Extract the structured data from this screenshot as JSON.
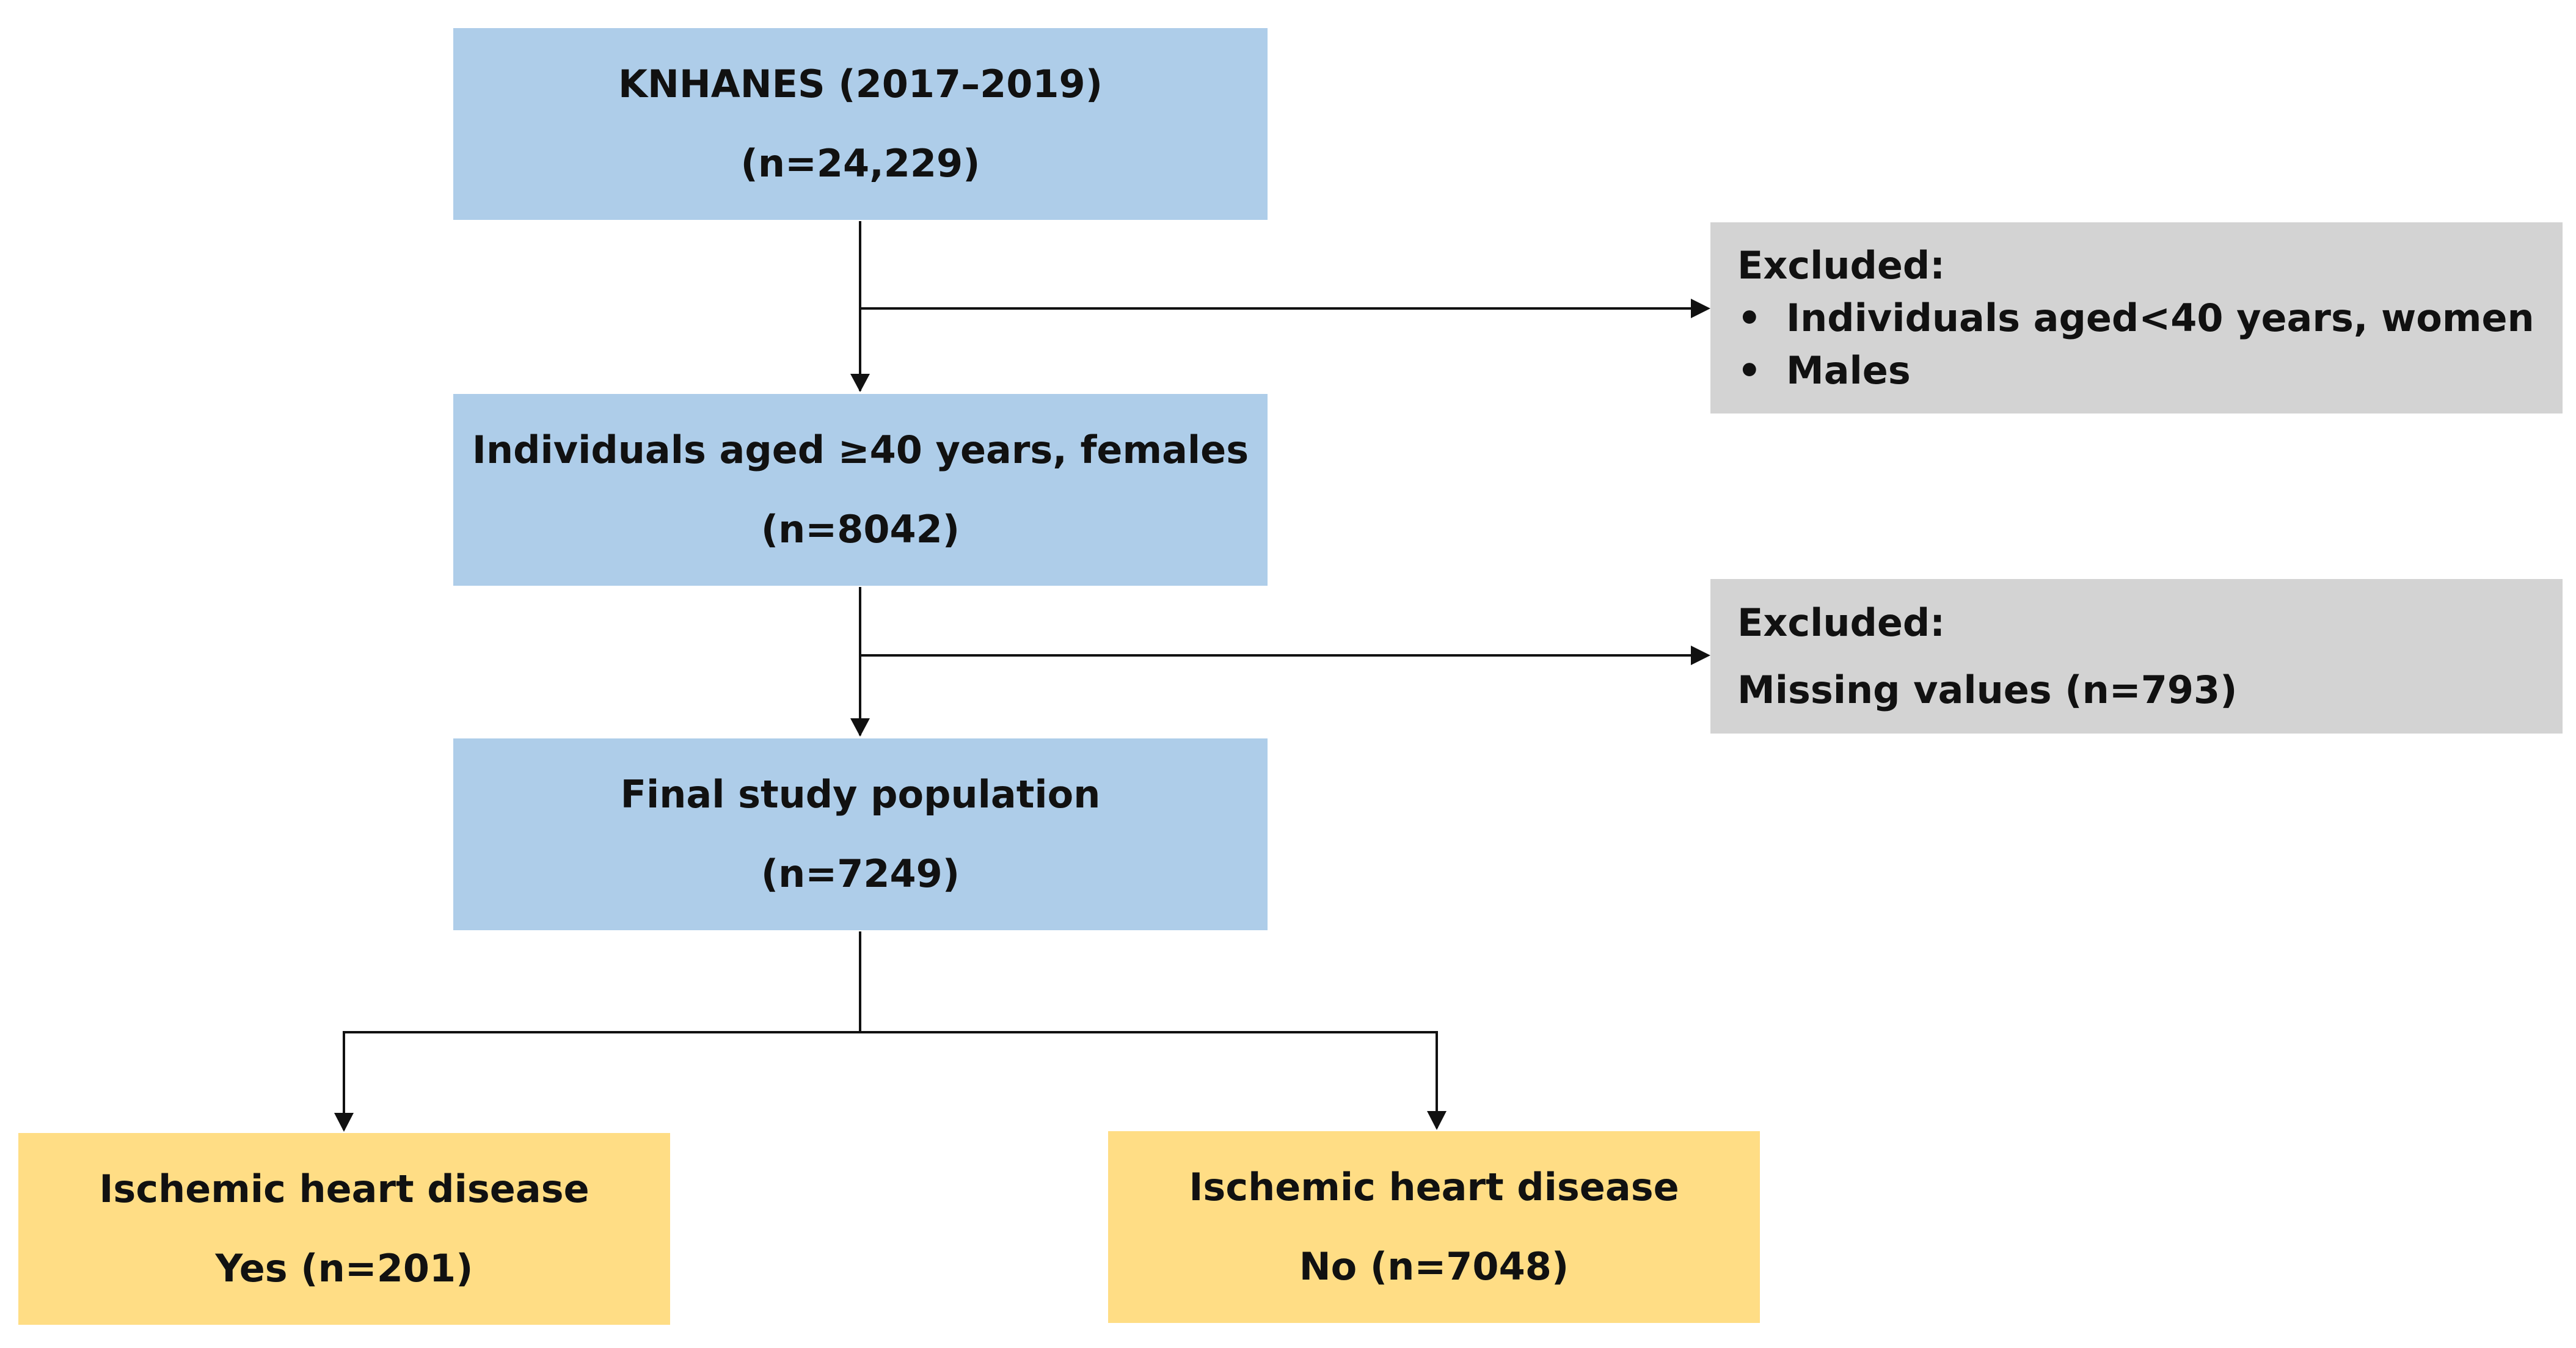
{
  "boxes": {
    "knhanes": {
      "line1": "KNHANES (2017–2019)",
      "line2": "(n=24,229)"
    },
    "age_filter": {
      "line1": "Individuals aged ≥40 years, females",
      "line2": "(n=8042)"
    },
    "final": {
      "line1": "Final study population",
      "line2": "(n=7249)"
    },
    "ihd_yes": {
      "line1": "Ischemic heart disease",
      "line2": "Yes (n=201)"
    },
    "ihd_no": {
      "line1": "Ischemic heart disease",
      "line2": "No (n=7048)"
    }
  },
  "exclusions": {
    "first": {
      "heading": "Excluded:",
      "bullet": "•",
      "items": [
        "Individuals aged<40 years, women",
        "Males"
      ]
    },
    "second": {
      "heading": "Excluded:",
      "text": "Missing values (n=793)"
    }
  },
  "colors": {
    "main_box": "#aecde9",
    "outcome_box": "#ffdd85",
    "exclusion_box": "#d3d3d3",
    "line": "#111111"
  }
}
